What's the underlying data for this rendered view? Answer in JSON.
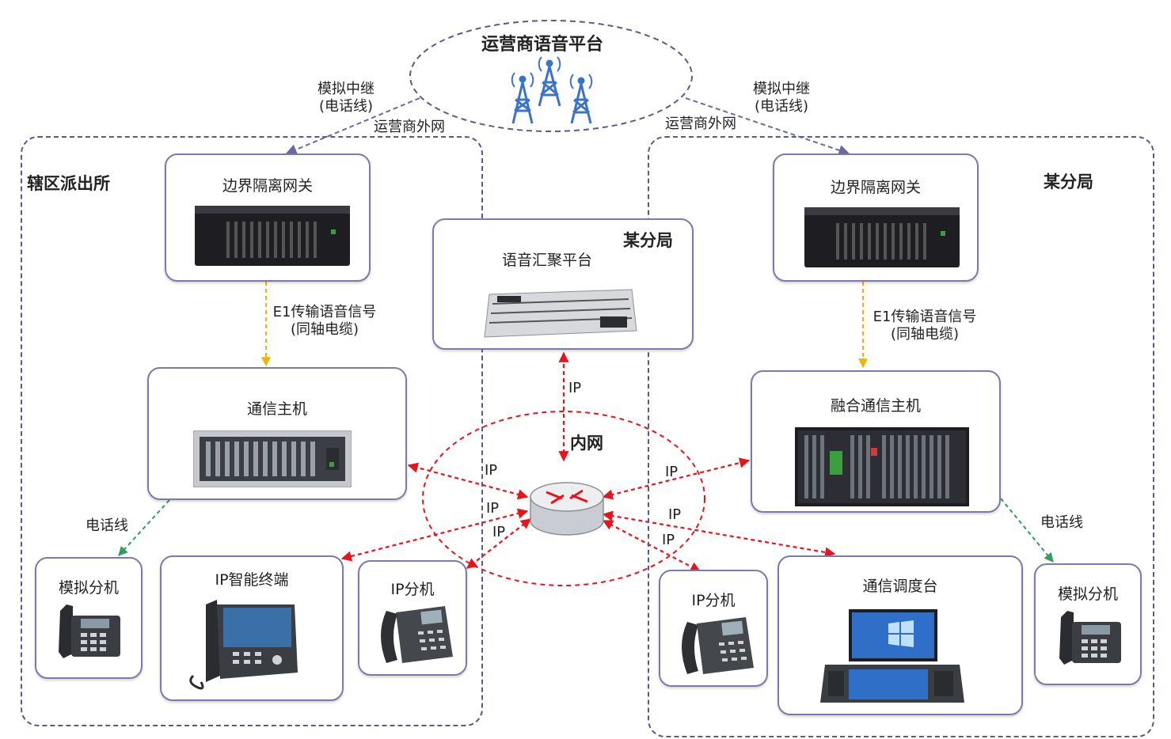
{
  "platform": {
    "title": "运营商语音平台"
  },
  "left_region": {
    "title": "辖区派出所",
    "trunk_label_line1": "模拟中继",
    "trunk_label_line2": "(电话线)",
    "network_label": "运营商外网",
    "gateway_label": "边界隔离网关",
    "e1_line1": "E1传输语音信号",
    "e1_line2": "(同轴电缆)",
    "host_label": "通信主机",
    "phone_line_label": "电话线",
    "analog_ext_label": "模拟分机",
    "ip_terminal_label": "IP智能终端",
    "ip_ext_label": "IP分机"
  },
  "center": {
    "title": "某分局",
    "platform_label": "语音汇聚平台",
    "intranet_label": "内网",
    "ip_label": "IP"
  },
  "right_region": {
    "title": "某分局",
    "trunk_label_line1": "模拟中继",
    "trunk_label_line2": "(电话线)",
    "network_label": "运营商外网",
    "gateway_label": "边界隔离网关",
    "e1_line1": "E1传输语音信号",
    "e1_line2": "(同轴电缆)",
    "host_label": "融合通信主机",
    "phone_line_label": "电话线",
    "analog_ext_label": "模拟分机",
    "ip_ext_label": "IP分机",
    "dispatch_label": "通信调度台"
  },
  "colors": {
    "region_border": "#5a5a88",
    "box_border": "#7e7aa8",
    "ip_link": "#e8141c",
    "e1_link": "#f0b400",
    "phone_link": "#2e9e5c",
    "trunk_link": "#6a6aa0",
    "tower": "#3b73c8"
  }
}
